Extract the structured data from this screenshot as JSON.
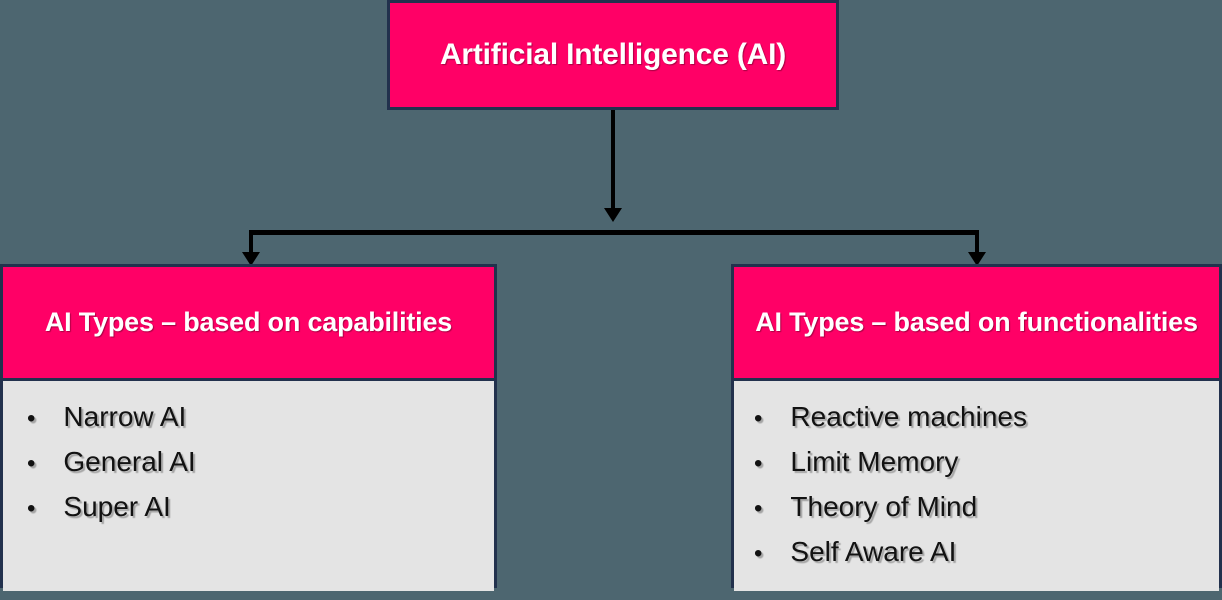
{
  "diagram": {
    "title_node": {
      "label": "Artificial Intelligence (AI)"
    },
    "branches": [
      {
        "id": "capabilities",
        "header": "AI Types – based on capabilities",
        "bullet_glyph": "•",
        "items": [
          "Narrow AI",
          "General AI",
          "Super AI"
        ]
      },
      {
        "id": "functionalities",
        "header": "AI Types – based on functionalities",
        "bullet_glyph": "•",
        "items": [
          "Reactive machines",
          "Limit Memory",
          "Theory of Mind",
          "Self Aware AI"
        ]
      }
    ],
    "colors": {
      "background": "#4d6670",
      "node_header": "#ff0066",
      "node_body": "#e4e4e4",
      "node_border": "#22314d",
      "connector": "#000000",
      "header_text": "#ffffff",
      "body_text": "#121212"
    }
  }
}
